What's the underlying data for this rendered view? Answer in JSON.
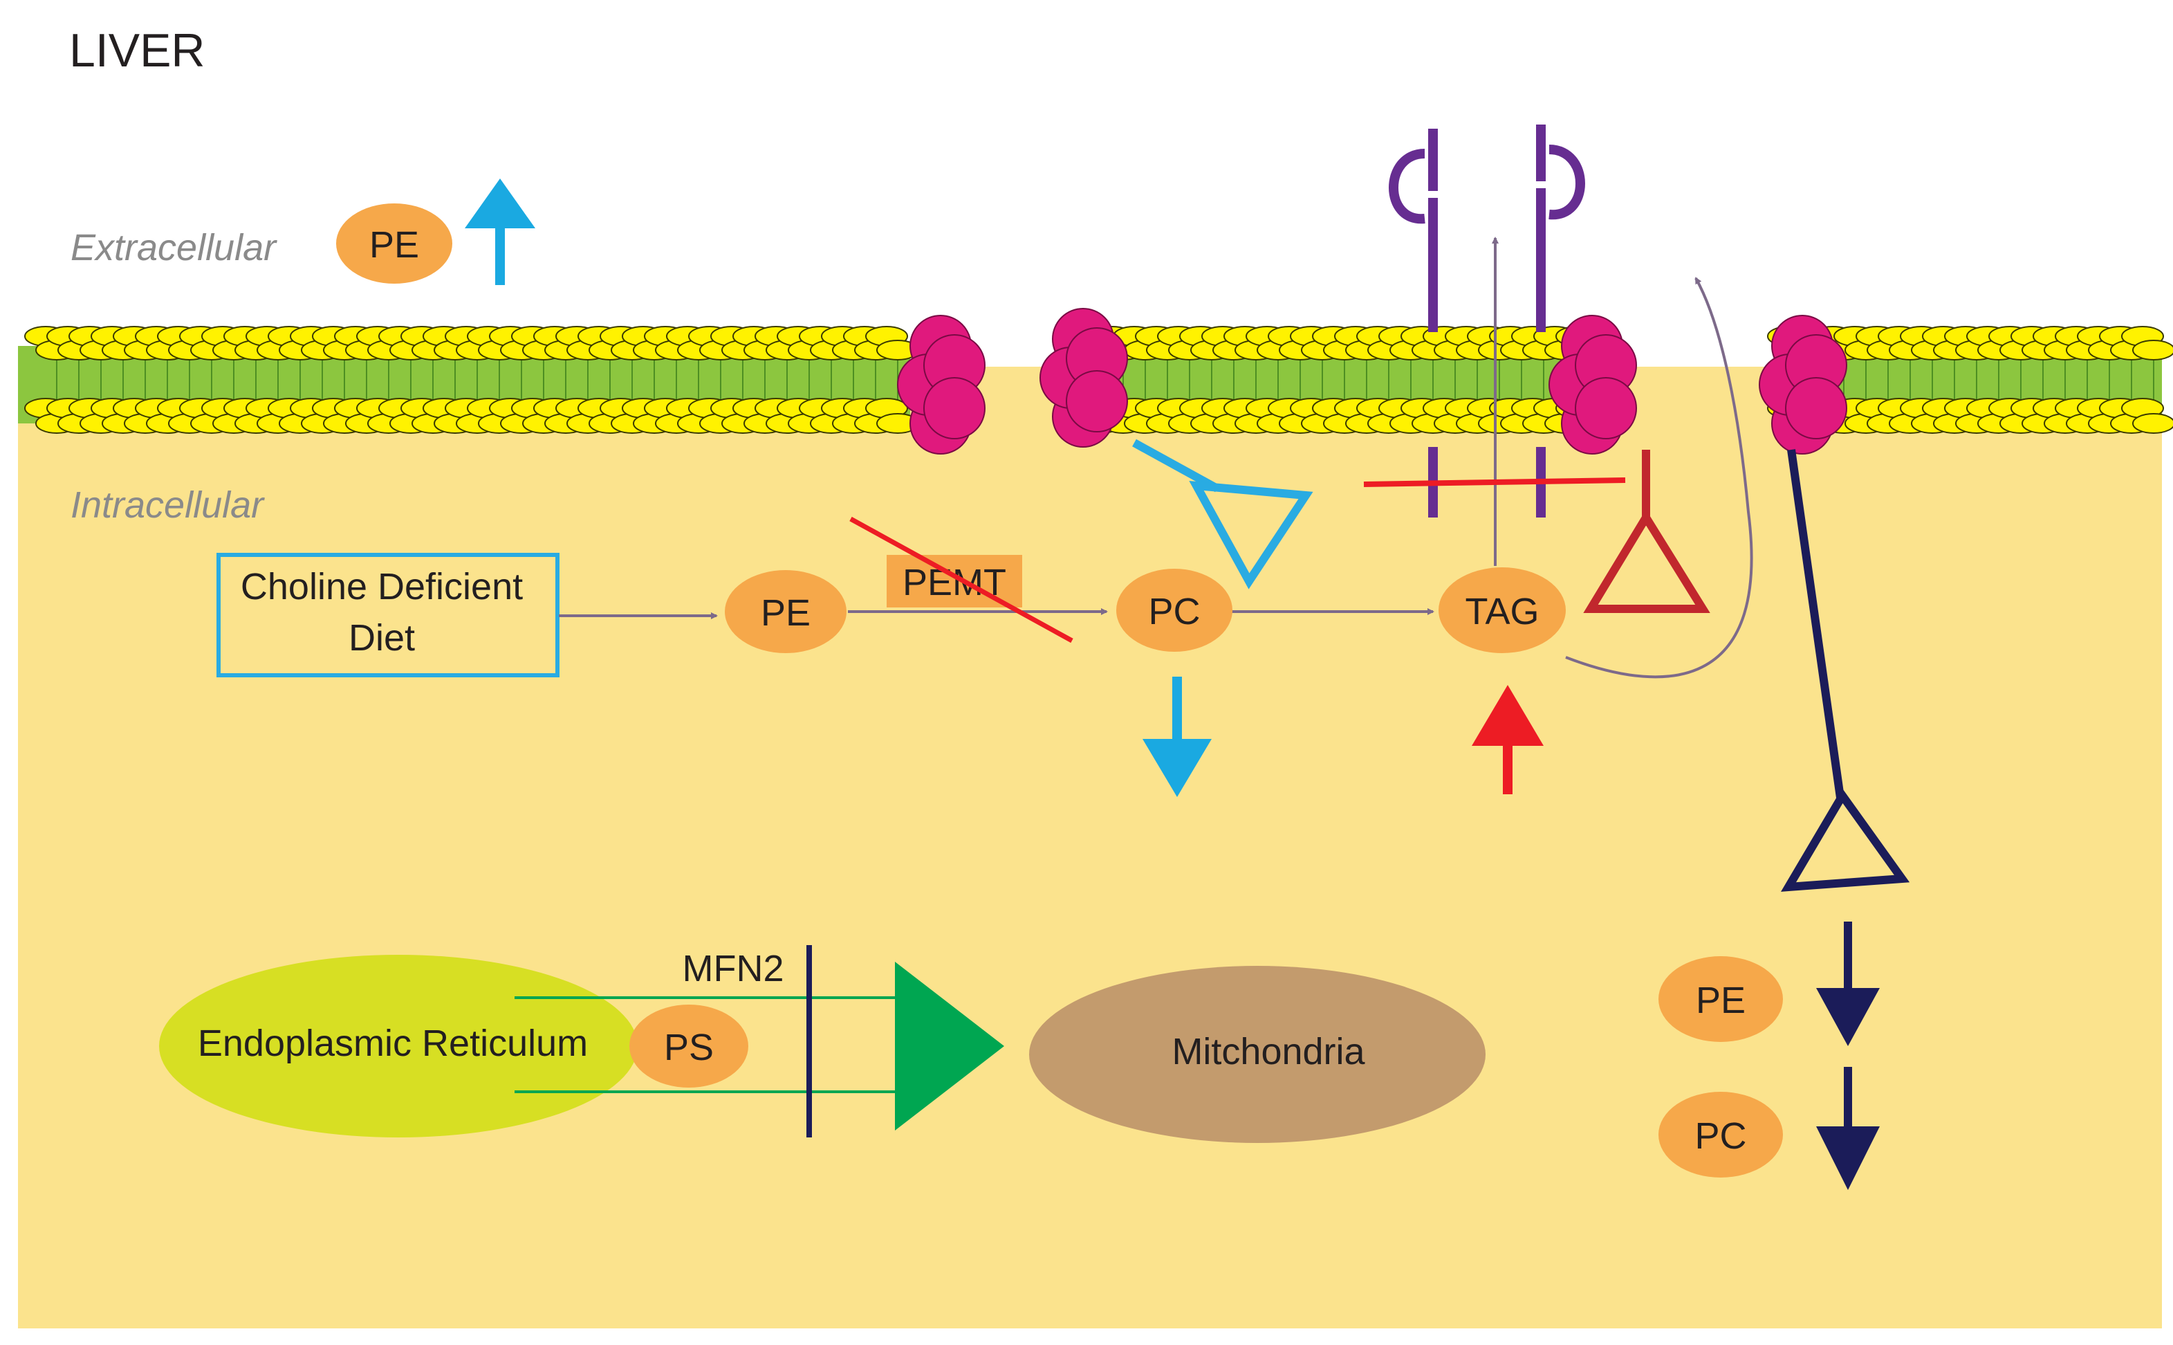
{
  "title": "LIVER",
  "compartments": {
    "extracellular": "Extracellular",
    "intracellular": "Intracellular"
  },
  "labels": {
    "pe_extracellular": "PE",
    "diet": [
      "Choline Deficient",
      "Diet"
    ],
    "pe": "PE",
    "pemt": "PEMT",
    "pc": "PC",
    "tag": "TAG",
    "mfn2": "MFN2",
    "er": "Endoplasmic Reticulum",
    "ps": "PS",
    "mito": "Mitchondria",
    "pe_down": "PE",
    "pc_down": "PC"
  },
  "colors": {
    "metabolite": "#f6a84a",
    "cytoplasm": "#fbe38d",
    "membrane_core": "#8cc63f",
    "lipid_head": "#fff200",
    "protein": "#e0197d",
    "increase_cyan": "#1aa9e1",
    "increase_red": "#ed1c24",
    "inhibit_red": "#ed1c24",
    "receptor_purple": "#662d91",
    "navy": "#1b1c59",
    "er_green": "#d7df23",
    "transfer_green": "#00a651",
    "mito_brown": "#c39b6d",
    "flow_arrow": "#7d6a8a"
  }
}
